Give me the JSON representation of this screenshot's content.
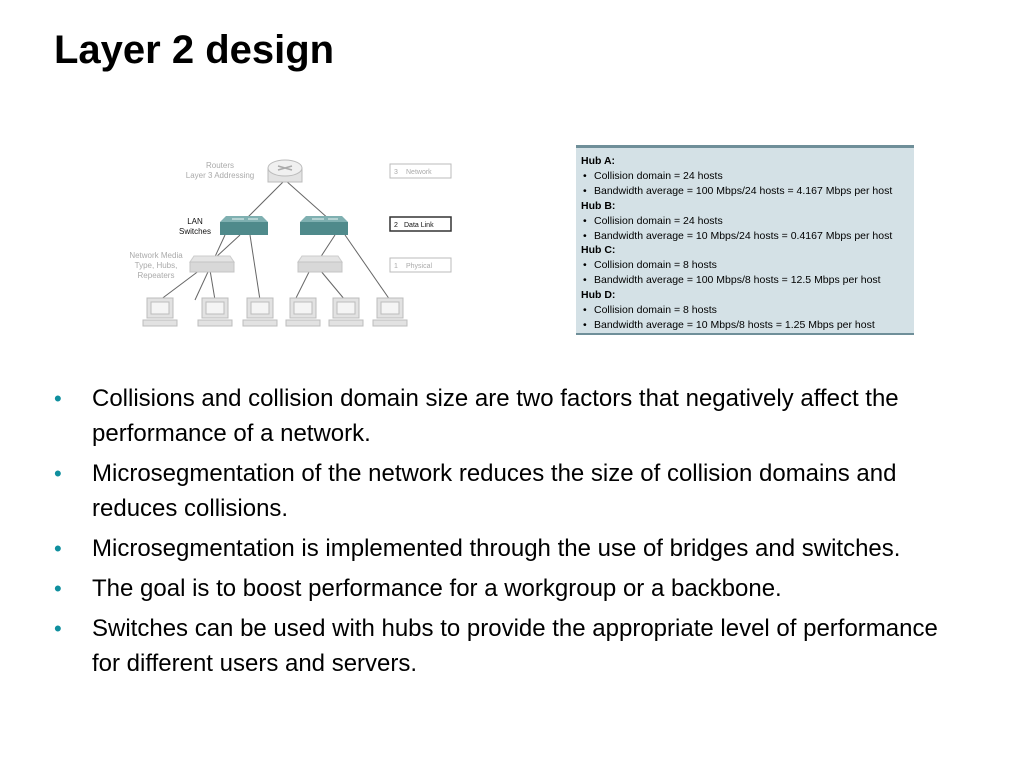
{
  "title": "Layer 2 design",
  "diagram": {
    "labels": {
      "routers": [
        "Routers",
        "Layer 3 Addressing"
      ],
      "lan": [
        "LAN",
        "Switches"
      ],
      "media": [
        "Network Media",
        "Type, Hubs,",
        "Repeaters"
      ]
    },
    "layers": [
      {
        "num": "3",
        "name": "Network",
        "active": false
      },
      {
        "num": "2",
        "name": "Data Link",
        "active": true
      },
      {
        "num": "1",
        "name": "Physical",
        "active": false
      }
    ]
  },
  "hubs": [
    {
      "name": "Hub A:",
      "items": [
        "Collision domain = 24 hosts",
        "Bandwidth average = 100 Mbps/24 hosts = 4.167 Mbps per host"
      ]
    },
    {
      "name": "Hub B:",
      "items": [
        "Collision domain = 24 hosts",
        "Bandwidth average = 10 Mbps/24 hosts = 0.4167 Mbps per host"
      ]
    },
    {
      "name": "Hub C:",
      "items": [
        "Collision domain = 8 hosts",
        "Bandwidth average = 100 Mbps/8 hosts = 12.5 Mbps per host"
      ]
    },
    {
      "name": "Hub D:",
      "items": [
        "Collision domain = 8 hosts",
        "Bandwidth average = 10 Mbps/8 hosts = 1.25 Mbps per host"
      ]
    }
  ],
  "bullets": [
    "Collisions and collision domain size are two factors that negatively affect the performance of a network.",
    "Microsegmentation of the network reduces the size of collision domains and reduces collisions.",
    "Microsegmentation is implemented through the use of bridges and switches.",
    "The goal is to boost performance for a workgroup or a backbone.",
    "Switches can be used with hubs to provide the appropriate level of performance for different users and servers."
  ],
  "colors": {
    "bullet": "#0f8f9e",
    "panel_bg": "#d4e1e6",
    "panel_border": "#6f8f99",
    "switch": "#4f8a8b"
  }
}
